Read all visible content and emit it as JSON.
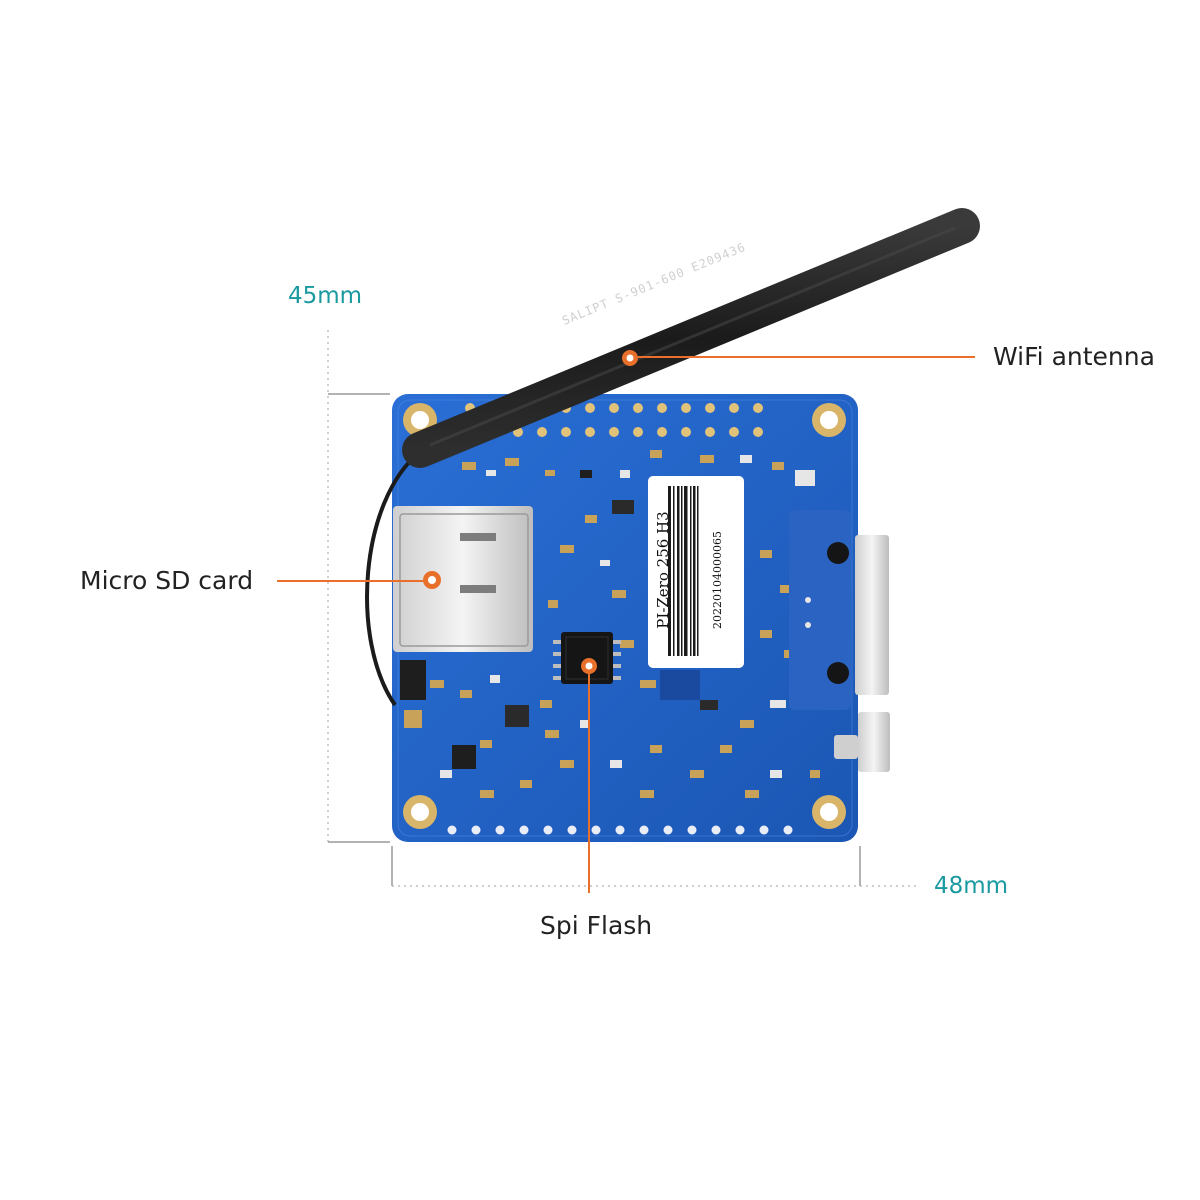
{
  "dimensions": {
    "height_label": "45mm",
    "width_label": "48mm",
    "color": "#1a9aa0"
  },
  "callouts": {
    "wifi_antenna": "WiFi antenna",
    "micro_sd_card": "Micro SD card",
    "spi_flash": "Spi Flash",
    "line_color": "#e8702a"
  },
  "board": {
    "model_label": "PI-Zero 256 H3",
    "serial_number": "20220104000065",
    "board_color": "#1d5fc4",
    "antenna_print": "SALIPT S-901-600 E209436"
  }
}
